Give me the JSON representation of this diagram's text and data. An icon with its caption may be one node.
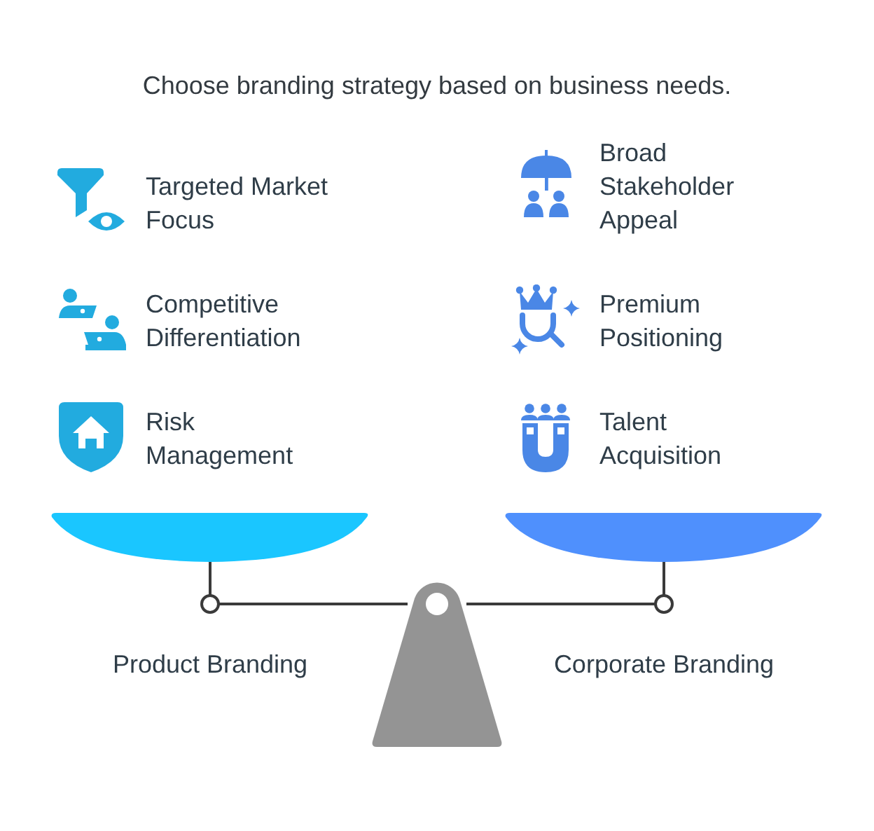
{
  "diagram": {
    "title": "Choose branding strategy based on business needs.",
    "labels": [
      "Targeted Market Focus",
      "Broad Stakeholder Appeal",
      "Competitive Differentiation",
      "Premium Positioning",
      "Risk Management",
      "Talent Acquisition",
      "Product Branding",
      "Corporate Branding"
    ]
  }
}
